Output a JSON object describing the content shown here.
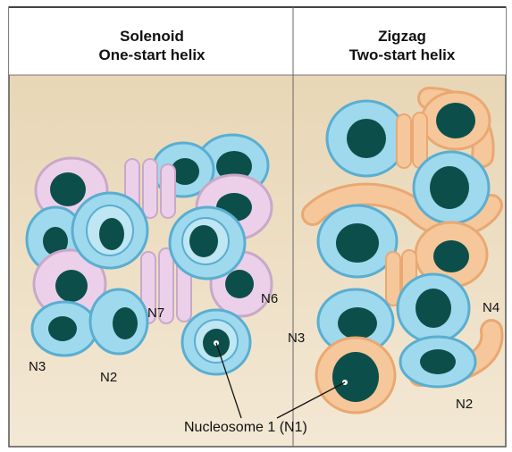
{
  "panels": [
    {
      "title_line1": "Solenoid",
      "title_line2": "One-start helix"
    },
    {
      "title_line1": "Zigzag",
      "title_line2": "Two-start helix"
    }
  ],
  "solenoid_labels": {
    "n7": "N7",
    "n6": "N6",
    "n3": "N3",
    "n2": "N2"
  },
  "zigzag_labels": {
    "n4": "N4",
    "n3": "N3",
    "n2": "N2"
  },
  "caption": "Nucleosome 1 (N1)",
  "colors": {
    "background": "#efe1c8",
    "header": "#ffffff",
    "nucleosome_core": "#0c4f4a",
    "histone_ring": "#9fd9ee",
    "histone_ring_dark": "#5aaed0",
    "linker_solenoid": "#ecd0ea",
    "linker_zigzag": "#f6c79a"
  }
}
